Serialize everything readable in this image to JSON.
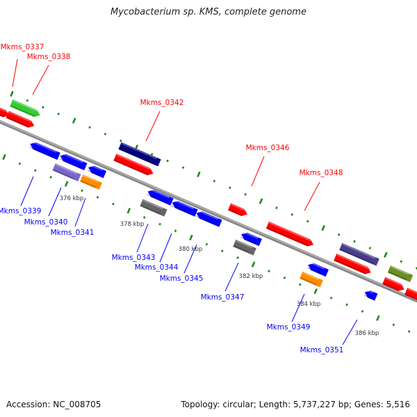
{
  "title": "Mycobacterium sp. KMS, complete genome",
  "accession": "Accession: NC_008705",
  "summary": "Topology: circular; Length: 5,737,227 bp; Genes: 5,516",
  "colors": {
    "backbone": "#888888",
    "tick": "#1a8a1a",
    "forward_label": "#ff0000",
    "reverse_label": "#0000ff"
  },
  "upper_labels": [
    "Mkms_0337",
    "Mkms_0338",
    "Mkms_0342",
    "Mkms_0346",
    "Mkms_0348"
  ],
  "lower_labels": [
    "Mkms_0339",
    "Mkms_0340",
    "Mkms_0341",
    "Mkms_0343",
    "Mkms_0344",
    "Mkms_0345",
    "Mkms_0347",
    "Mkms_0349",
    "Mkms_0351"
  ],
  "kbp_labels": [
    "376 kbp",
    "378 kbp",
    "380 kbp",
    "382 kbp",
    "384 kbp",
    "386 kbp"
  ],
  "feature_colors": [
    "#ff0000",
    "#33cc33",
    "#ff0000",
    "#0000ff",
    "#0000ff",
    "#7b68c8",
    "#0000ff",
    "#ff8c00",
    "#000080",
    "#ff0000",
    "#0000ff",
    "#666666",
    "#0000ff",
    "#0000ff",
    "#ff0000",
    "#0000ff",
    "#666666",
    "#ff0000",
    "#0000ff",
    "#ff8c00",
    "#483d8b",
    "#ff0000",
    "#6b8e23",
    "#ff0000",
    "#ff0000",
    "#0000ff"
  ]
}
